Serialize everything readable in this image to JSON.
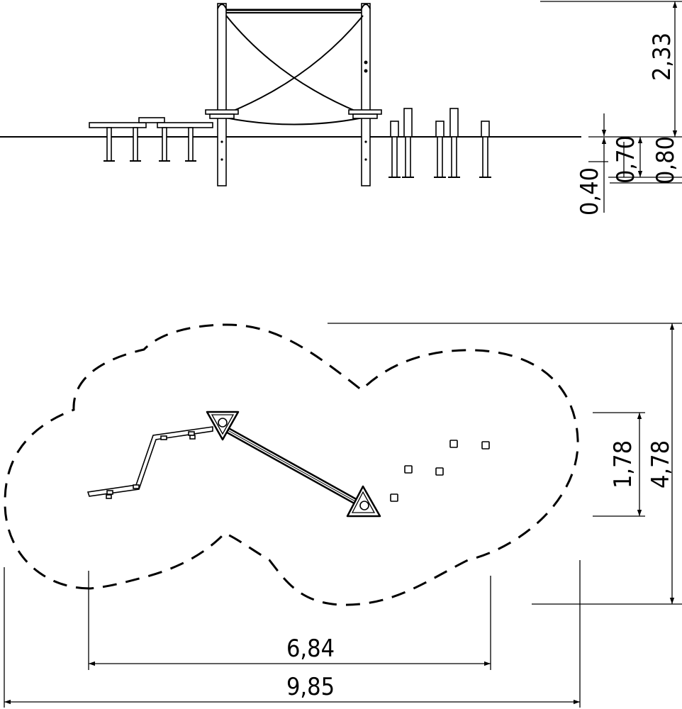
{
  "drawing": {
    "elevation": {
      "dim_total_height": "2,33",
      "dim_foundation_depth": "0,40",
      "dim_platform_height": "0,70",
      "dim_post_height": "0,80"
    },
    "plan": {
      "dim_depth_inner": "1,78",
      "dim_depth_outer": "4,78",
      "dim_length_inner": "6,84",
      "dim_length_outer": "9,85"
    }
  }
}
